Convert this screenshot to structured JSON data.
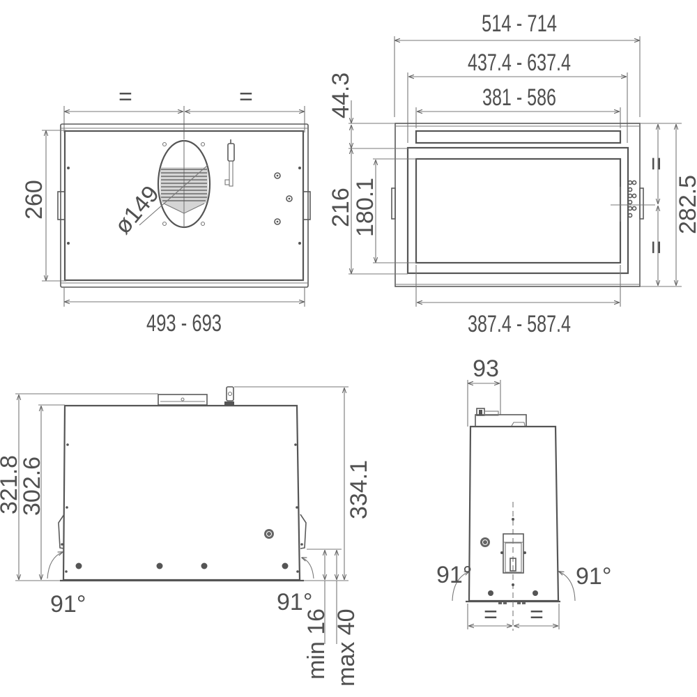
{
  "colors": {
    "line": "#555555",
    "dimension_line": "#777777",
    "text": "#505050",
    "background": "#ffffff"
  },
  "top_view": {
    "equal_left": "=",
    "equal_right": "=",
    "height": "260",
    "duct_diameter": "ø149",
    "width": "493 - 693"
  },
  "bottom_view": {
    "overall_width": "514 - 714",
    "frame_width": "437.4 - 637.4",
    "filter_width": "381 - 586",
    "top_offset": "44.3",
    "frame_depth": "216",
    "filter_depth": "180.1",
    "equal_upper": "=",
    "equal_lower": "=",
    "overall_depth": "282.5",
    "inner_width": "387.4 - 587.4"
  },
  "front_view": {
    "height_total": "321.8",
    "height_body": "302.6",
    "height_with_connector": "334.1",
    "angle_left": "91°",
    "angle_right": "91°",
    "min_thickness": "min 16",
    "max_thickness": "max 40"
  },
  "side_view": {
    "top_width": "93",
    "angle_left": "91°",
    "angle_right": "91°",
    "equal_left": "=",
    "equal_right": "="
  }
}
